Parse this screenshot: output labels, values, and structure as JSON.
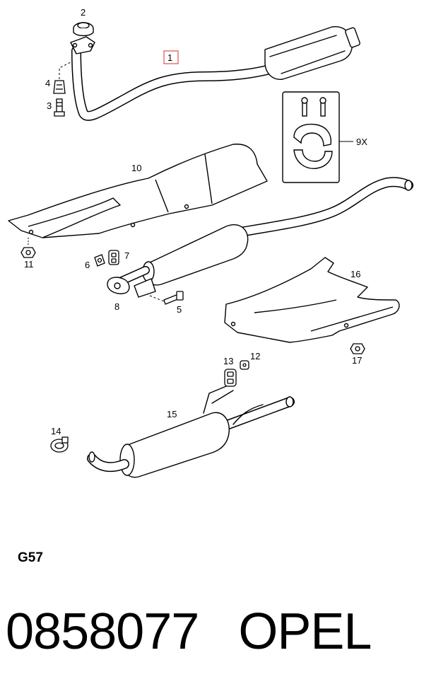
{
  "diagram": {
    "callouts": [
      {
        "id": "1",
        "text": "1",
        "highlighted": true
      },
      {
        "id": "2",
        "text": "2"
      },
      {
        "id": "3",
        "text": "3"
      },
      {
        "id": "4",
        "text": "4"
      },
      {
        "id": "5",
        "text": "5"
      },
      {
        "id": "6",
        "text": "6"
      },
      {
        "id": "7",
        "text": "7"
      },
      {
        "id": "8",
        "text": "8"
      },
      {
        "id": "9",
        "text": "9X"
      },
      {
        "id": "10",
        "text": "10"
      },
      {
        "id": "11",
        "text": "11"
      },
      {
        "id": "12",
        "text": "12"
      },
      {
        "id": "13",
        "text": "13"
      },
      {
        "id": "14",
        "text": "14"
      },
      {
        "id": "15",
        "text": "15"
      },
      {
        "id": "16",
        "text": "16"
      },
      {
        "id": "17",
        "text": "17"
      }
    ],
    "highlight_color": "#e05050"
  },
  "section_code": "G57",
  "part_number": "0858077",
  "brand": "OPEL"
}
